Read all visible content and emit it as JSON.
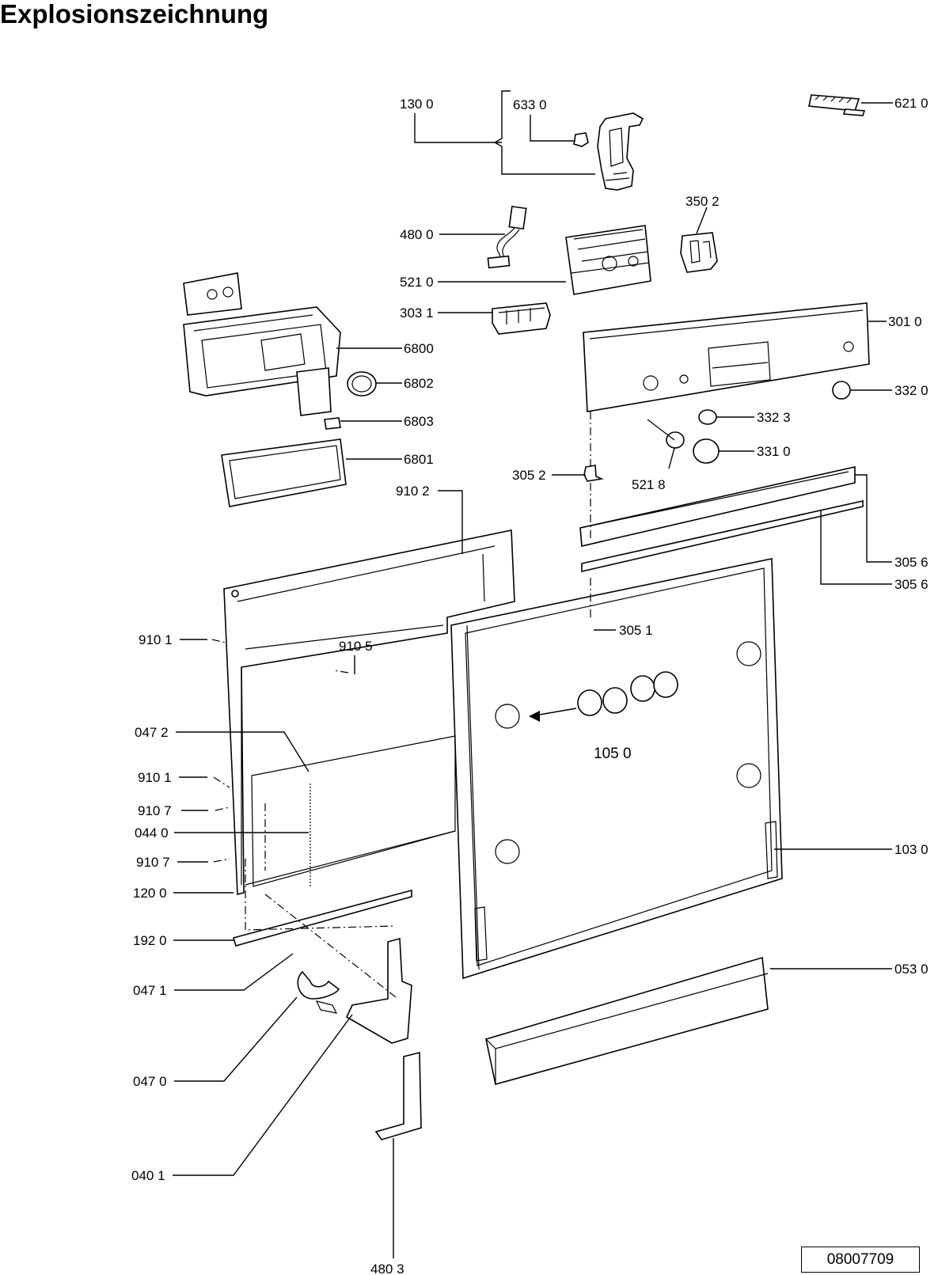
{
  "title": "Explosionszeichnung",
  "document_number": "08007709",
  "callouts": {
    "c1300": "130 0",
    "c6330": "633 0",
    "c6210": "621 0",
    "c3502": "350 2",
    "c4800": "480 0",
    "c5210": "521 0",
    "c3031": "303 1",
    "c3010": "301 0",
    "c6800": "6800",
    "c6802": "6802",
    "c6803": "6803",
    "c6801": "6801",
    "c3320": "332 0",
    "c3323": "332 3",
    "c3310": "331 0",
    "c3052": "305 2",
    "c5218": "521 8",
    "c9102": "910 2",
    "c3056a": "305 6",
    "c3056b": "305 6",
    "c3051": "305 1",
    "c9101a": "910 1",
    "c9105": "910 5",
    "c0472": "047 2",
    "c1050": "105 0",
    "c9101b": "910 1",
    "c9107a": "910 7",
    "c0440": "044 0",
    "c9107b": "910 7",
    "c1030": "103 0",
    "c1200": "120 0",
    "c1920": "192 0",
    "c0530": "053 0",
    "c0471": "047 1",
    "c0470": "047 0",
    "c0401": "040 1",
    "c4803": "480 3"
  }
}
